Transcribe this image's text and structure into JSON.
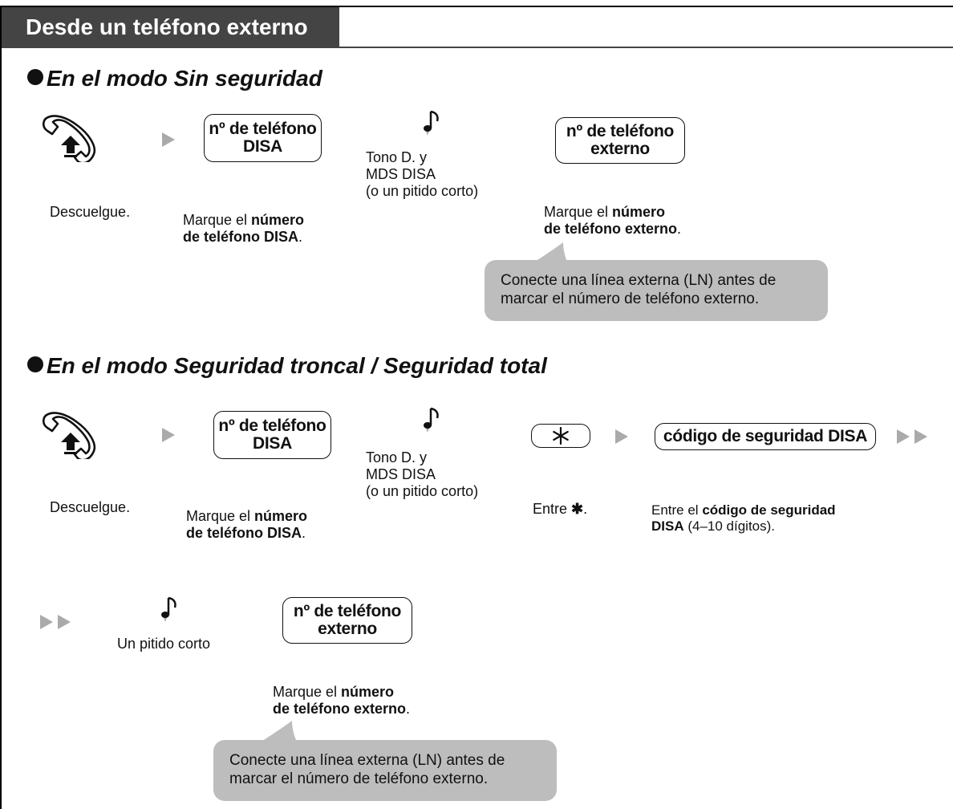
{
  "header": {
    "title": "Desde un teléfono externo"
  },
  "section1": {
    "title": "En el modo Sin seguridad",
    "offhook_caption": "Descuelgue.",
    "disa_box": {
      "line1": "nº de teléfono",
      "line2": "DISA"
    },
    "dial_disa": {
      "pre": "Marque el ",
      "bold1": "número",
      "bold2": "de teléfono DISA",
      "post": "."
    },
    "tone": {
      "line1": "Tono D. y",
      "line2": "MDS DISA",
      "line3": "(o un pitido corto)"
    },
    "ext_box": {
      "line1": "nº de teléfono",
      "line2": "externo"
    },
    "dial_ext": {
      "pre": "Marque el ",
      "bold1": "número",
      "bold2": "de teléfono externo",
      "post": "."
    },
    "note": {
      "line1": "Conecte una línea externa (LN) antes de",
      "line2": "marcar el número de teléfono externo."
    }
  },
  "section2": {
    "title": "En el modo Seguridad troncal / Seguridad total",
    "offhook_caption": "Descuelgue.",
    "disa_box": {
      "line1": "nº de teléfono",
      "line2": "DISA"
    },
    "dial_disa": {
      "pre": "Marque el ",
      "bold1": "número",
      "bold2": "de teléfono DISA",
      "post": "."
    },
    "tone": {
      "line1": "Tono D. y",
      "line2": "MDS DISA",
      "line3": "(o un pitido corto)"
    },
    "star_caption": {
      "pre": "Entre ",
      "symbol": "✱",
      "post": "."
    },
    "code_box": "código de seguridad DISA",
    "enter_code": {
      "pre": "Entre el ",
      "bold1": "código de seguridad",
      "bold2": "DISA",
      "post": " (4–10 dígitos)."
    },
    "short_beep": "Un pitido corto",
    "ext_box": {
      "line1": "nº de teléfono",
      "line2": "externo"
    },
    "dial_ext": {
      "pre": "Marque el ",
      "bold1": "número",
      "bold2": "de teléfono externo",
      "post": "."
    },
    "note": {
      "line1": "Conecte una línea externa (LN) antes de",
      "line2": "marcar el número de teléfono externo."
    }
  },
  "icons": {
    "handset": "phone-handset-offhook-icon",
    "arrow": "triangle-right-icon",
    "double_arrow": "double-triangle-right-icon",
    "tone": "musical-note-tone-icon",
    "star": "star-key-icon"
  },
  "colors": {
    "header_bg": "#444444",
    "note_bg": "#bdbdbd",
    "arrow": "#aaaaaa"
  }
}
